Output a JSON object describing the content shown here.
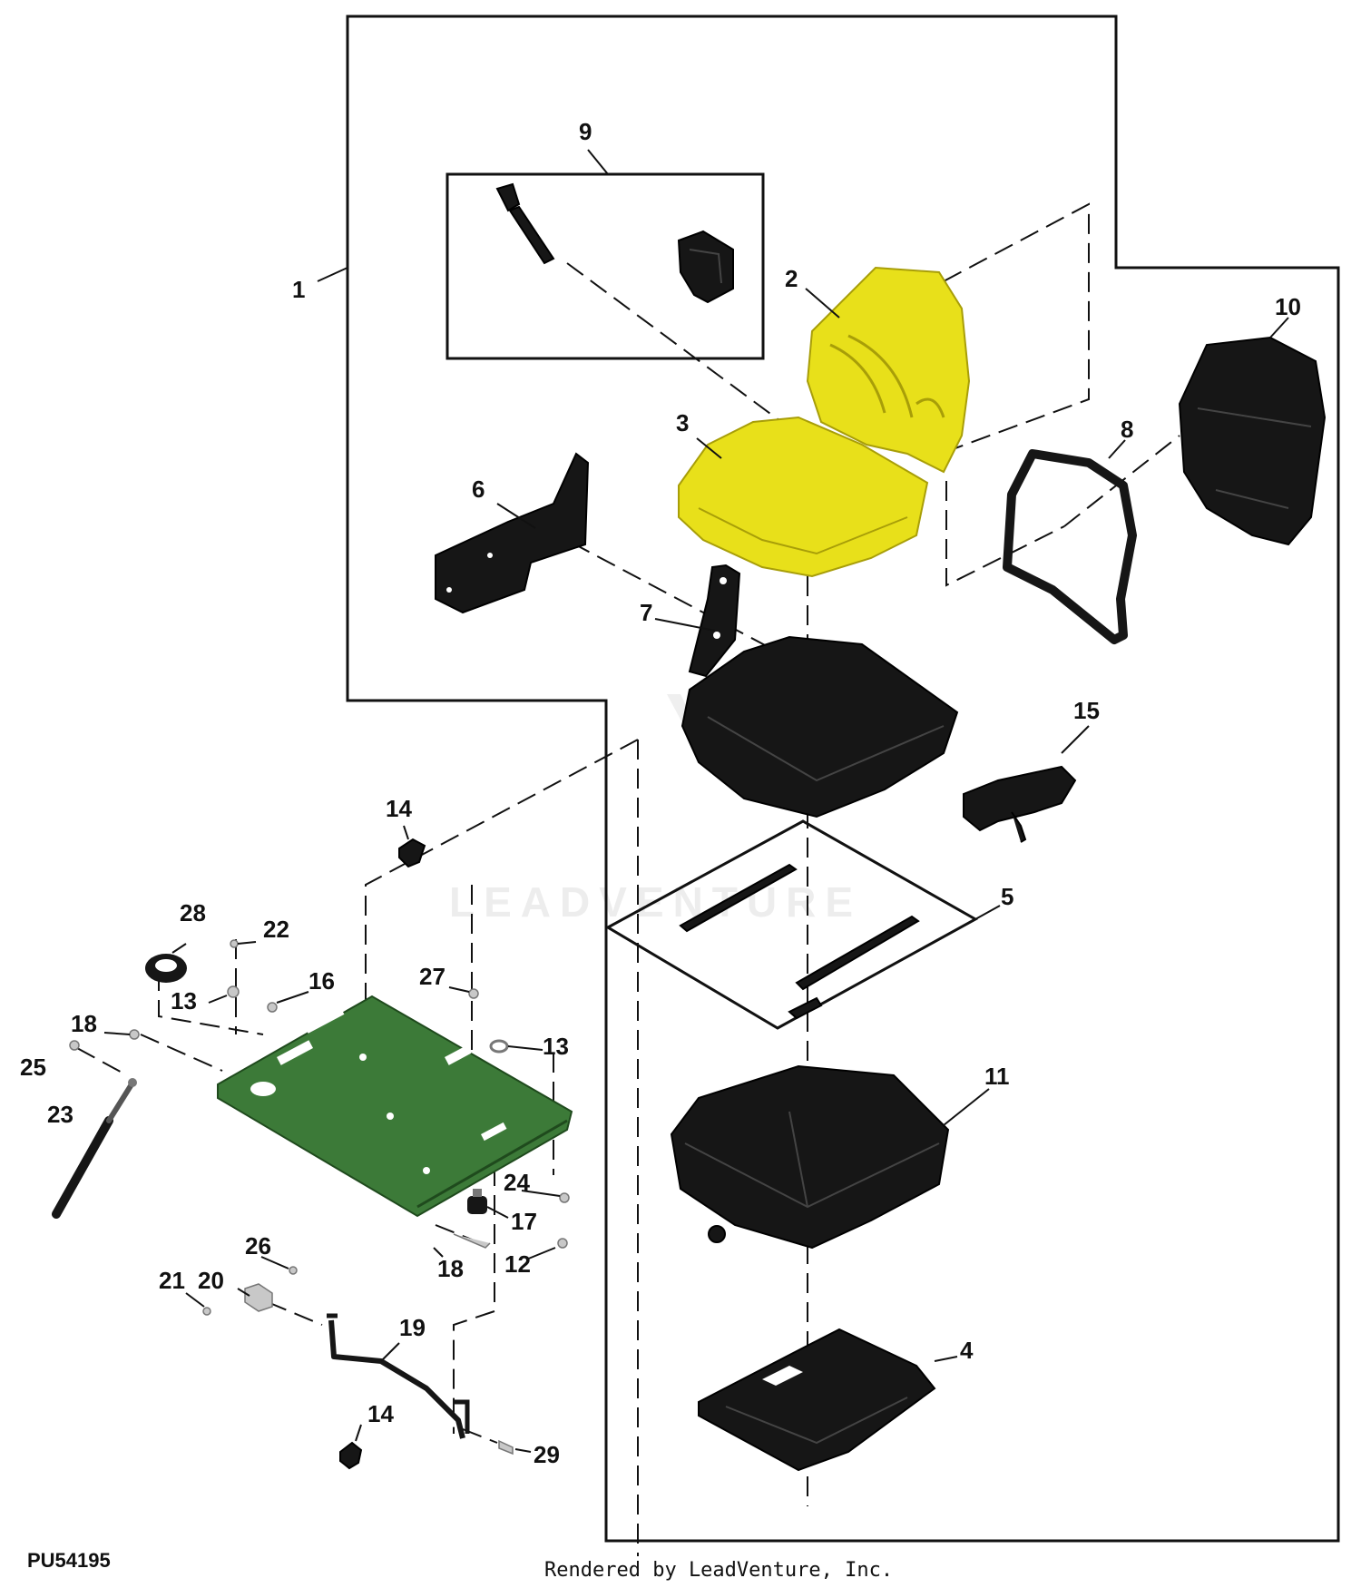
{
  "diagram": {
    "callouts": {
      "c1": "1",
      "c2": "2",
      "c3": "3",
      "c4": "4",
      "c5": "5",
      "c6": "6",
      "c7": "7",
      "c8": "8",
      "c9": "9",
      "c10": "10",
      "c11": "11",
      "c12": "12",
      "c13a": "13",
      "c13b": "13",
      "c14a": "14",
      "c14b": "14",
      "c15": "15",
      "c16": "16",
      "c17": "17",
      "c18a": "18",
      "c18b": "18",
      "c19": "19",
      "c20": "20",
      "c21": "21",
      "c22": "22",
      "c23": "23",
      "c24": "24",
      "c25": "25",
      "c26": "26",
      "c27": "27",
      "c28": "28",
      "c29": "29"
    },
    "watermark": "LEADVENTURE"
  },
  "footer": {
    "diagram_id": "PU54195",
    "credit": "Rendered by LeadVenture, Inc."
  },
  "colors": {
    "cushion_yellow": "#e8e01a",
    "platform_green": "#3c7a38",
    "part_black": "#161616"
  }
}
